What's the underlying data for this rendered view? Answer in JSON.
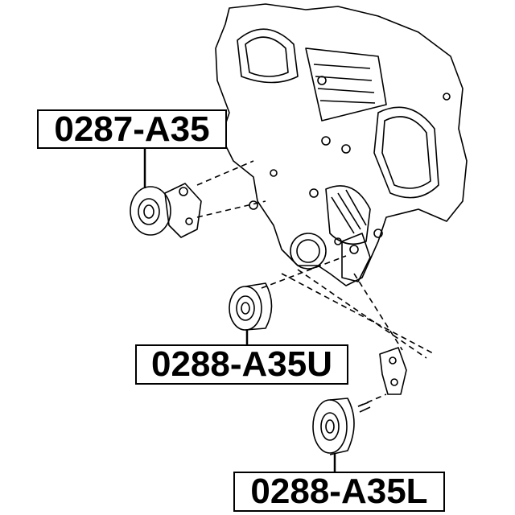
{
  "labels": {
    "tensioner": "0287-A35",
    "idler_upper": "0288-A35U",
    "idler_lower": "0288-A35L"
  },
  "colors": {
    "line": "#000000",
    "background": "#ffffff"
  }
}
